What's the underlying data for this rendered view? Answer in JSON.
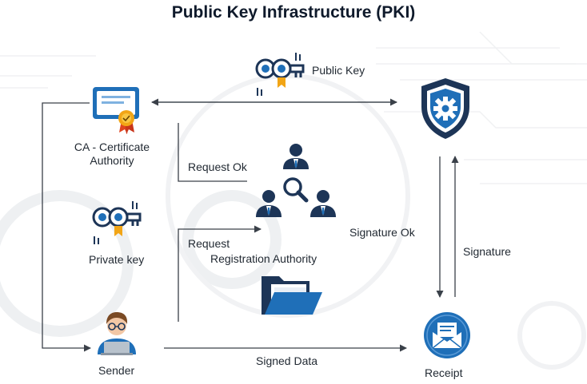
{
  "title": "Public Key Infrastructure (PKI)",
  "nodes": {
    "ca": {
      "line1": "CA - Certificate",
      "line2": "Authority"
    },
    "private_key": "Private key",
    "registration_authority": "Registration Authority",
    "sender": "Sender",
    "receipt": "Receipt"
  },
  "edges": {
    "public_key": "Public Key",
    "request_ok": "Request Ok",
    "request": "Request",
    "signature_ok": "Signature Ok",
    "signature": "Signature",
    "signed_data": "Signed Data"
  },
  "colors": {
    "accent_blue": "#1f6fb8",
    "navy": "#1d3557",
    "gold": "#f2a516",
    "line": "#3a4049"
  },
  "icons": [
    "certificate-icon",
    "key-icon",
    "shield-gear-icon",
    "people-search-icon",
    "folder-icon",
    "developer-avatar-icon",
    "envelope-icon"
  ]
}
